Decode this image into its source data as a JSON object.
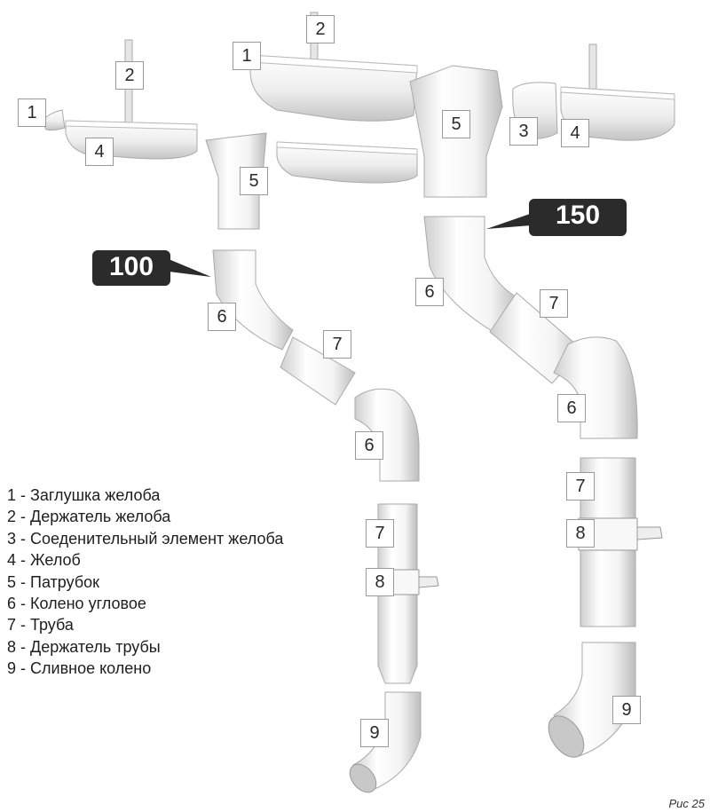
{
  "diagram": {
    "labels": {
      "l1a": "1",
      "l2a": "2",
      "l4a": "4",
      "l5a": "5",
      "l6a": "6",
      "l7a": "7",
      "l6b": "6",
      "l7b": "7",
      "l8a": "8",
      "l9a": "9",
      "l1b": "1",
      "l2b": "2",
      "l5b": "5",
      "l3b": "3",
      "l4b": "4",
      "l6c": "6",
      "l7c": "7",
      "l6d": "6",
      "l7d": "7",
      "l8b": "8",
      "l9b": "9"
    },
    "size_small": "100",
    "size_large": "150",
    "legend": [
      "1 - Заглушка желоба",
      "2 - Держатель желоба",
      "3 - Соеденительный элемент желоба",
      "4 - Желоб",
      "5 - Патрубок",
      "6 - Колено угловое",
      "7 - Труба",
      "8 - Держатель трубы",
      "9 - Сливное колено"
    ],
    "caption": "Рис 25"
  },
  "colors": {
    "pipe_fill": "#f2f2f2",
    "pipe_stroke": "#b4b4b4",
    "badge": "#2b2b2b",
    "label_border": "#9a9a9a"
  }
}
